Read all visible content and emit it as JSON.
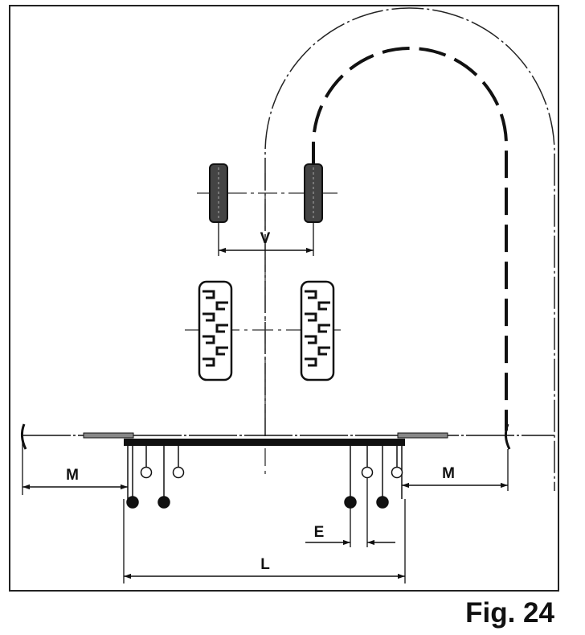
{
  "figure": {
    "caption": "Fig. 24"
  },
  "labels": {
    "track_width": "V",
    "spacing": "E",
    "overall_length": "L",
    "margin_left": "M",
    "margin_right": "M"
  },
  "colors": {
    "ink": "#1a1a1a",
    "frame": "#222222",
    "background": "#ffffff"
  }
}
